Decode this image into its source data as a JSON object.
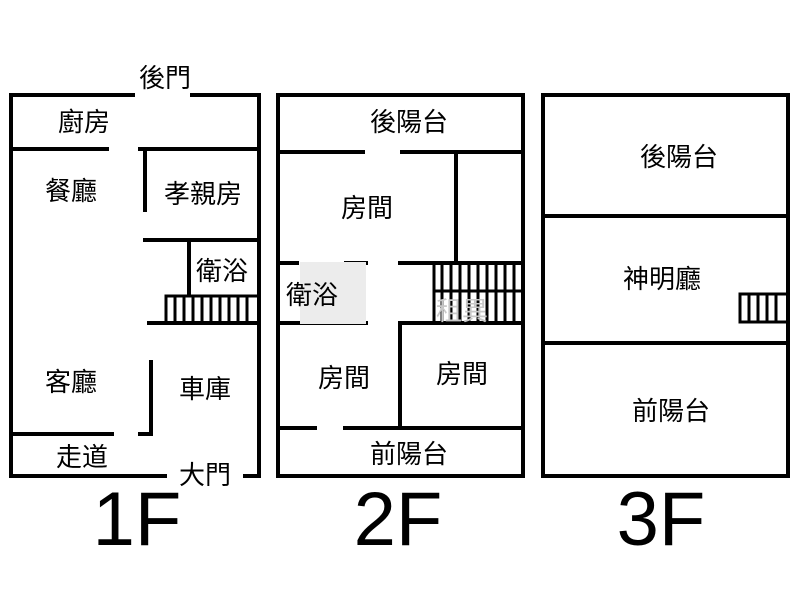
{
  "floors": {
    "f1": {
      "label": "1F",
      "rooms": {
        "back_door": "後門",
        "kitchen": "廚房",
        "dining": "餐廳",
        "parents_room": "孝親房",
        "bathroom": "衛浴",
        "living": "客廳",
        "garage": "車庫",
        "corridor": "走道",
        "front_door": "大門"
      }
    },
    "f2": {
      "label": "2F",
      "rooms": {
        "back_balcony": "後陽台",
        "room_top": "房間",
        "bathroom": "衛浴",
        "room_bottom_left": "房間",
        "room_bottom_right": "房間",
        "front_balcony": "前陽台"
      }
    },
    "f3": {
      "label": "3F",
      "rooms": {
        "back_balcony": "後陽台",
        "shrine_hall": "神明廳",
        "front_balcony": "前陽台"
      }
    }
  },
  "watermark": "租異"
}
